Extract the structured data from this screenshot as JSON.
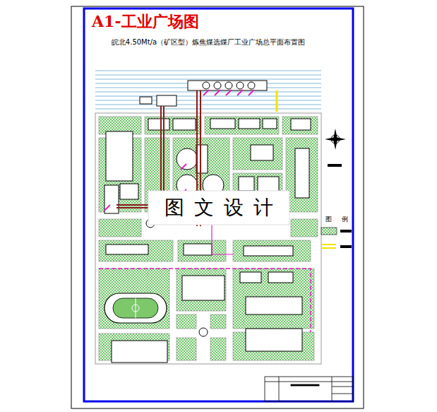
{
  "diagram": {
    "title": "A1-工业广场图",
    "labels": [
      "皖北4.50Mt/a（矿区型）炼焦煤选煤厂工业广场总平面布置图",
      "图文设计",
      "图 例"
    ]
  }
}
